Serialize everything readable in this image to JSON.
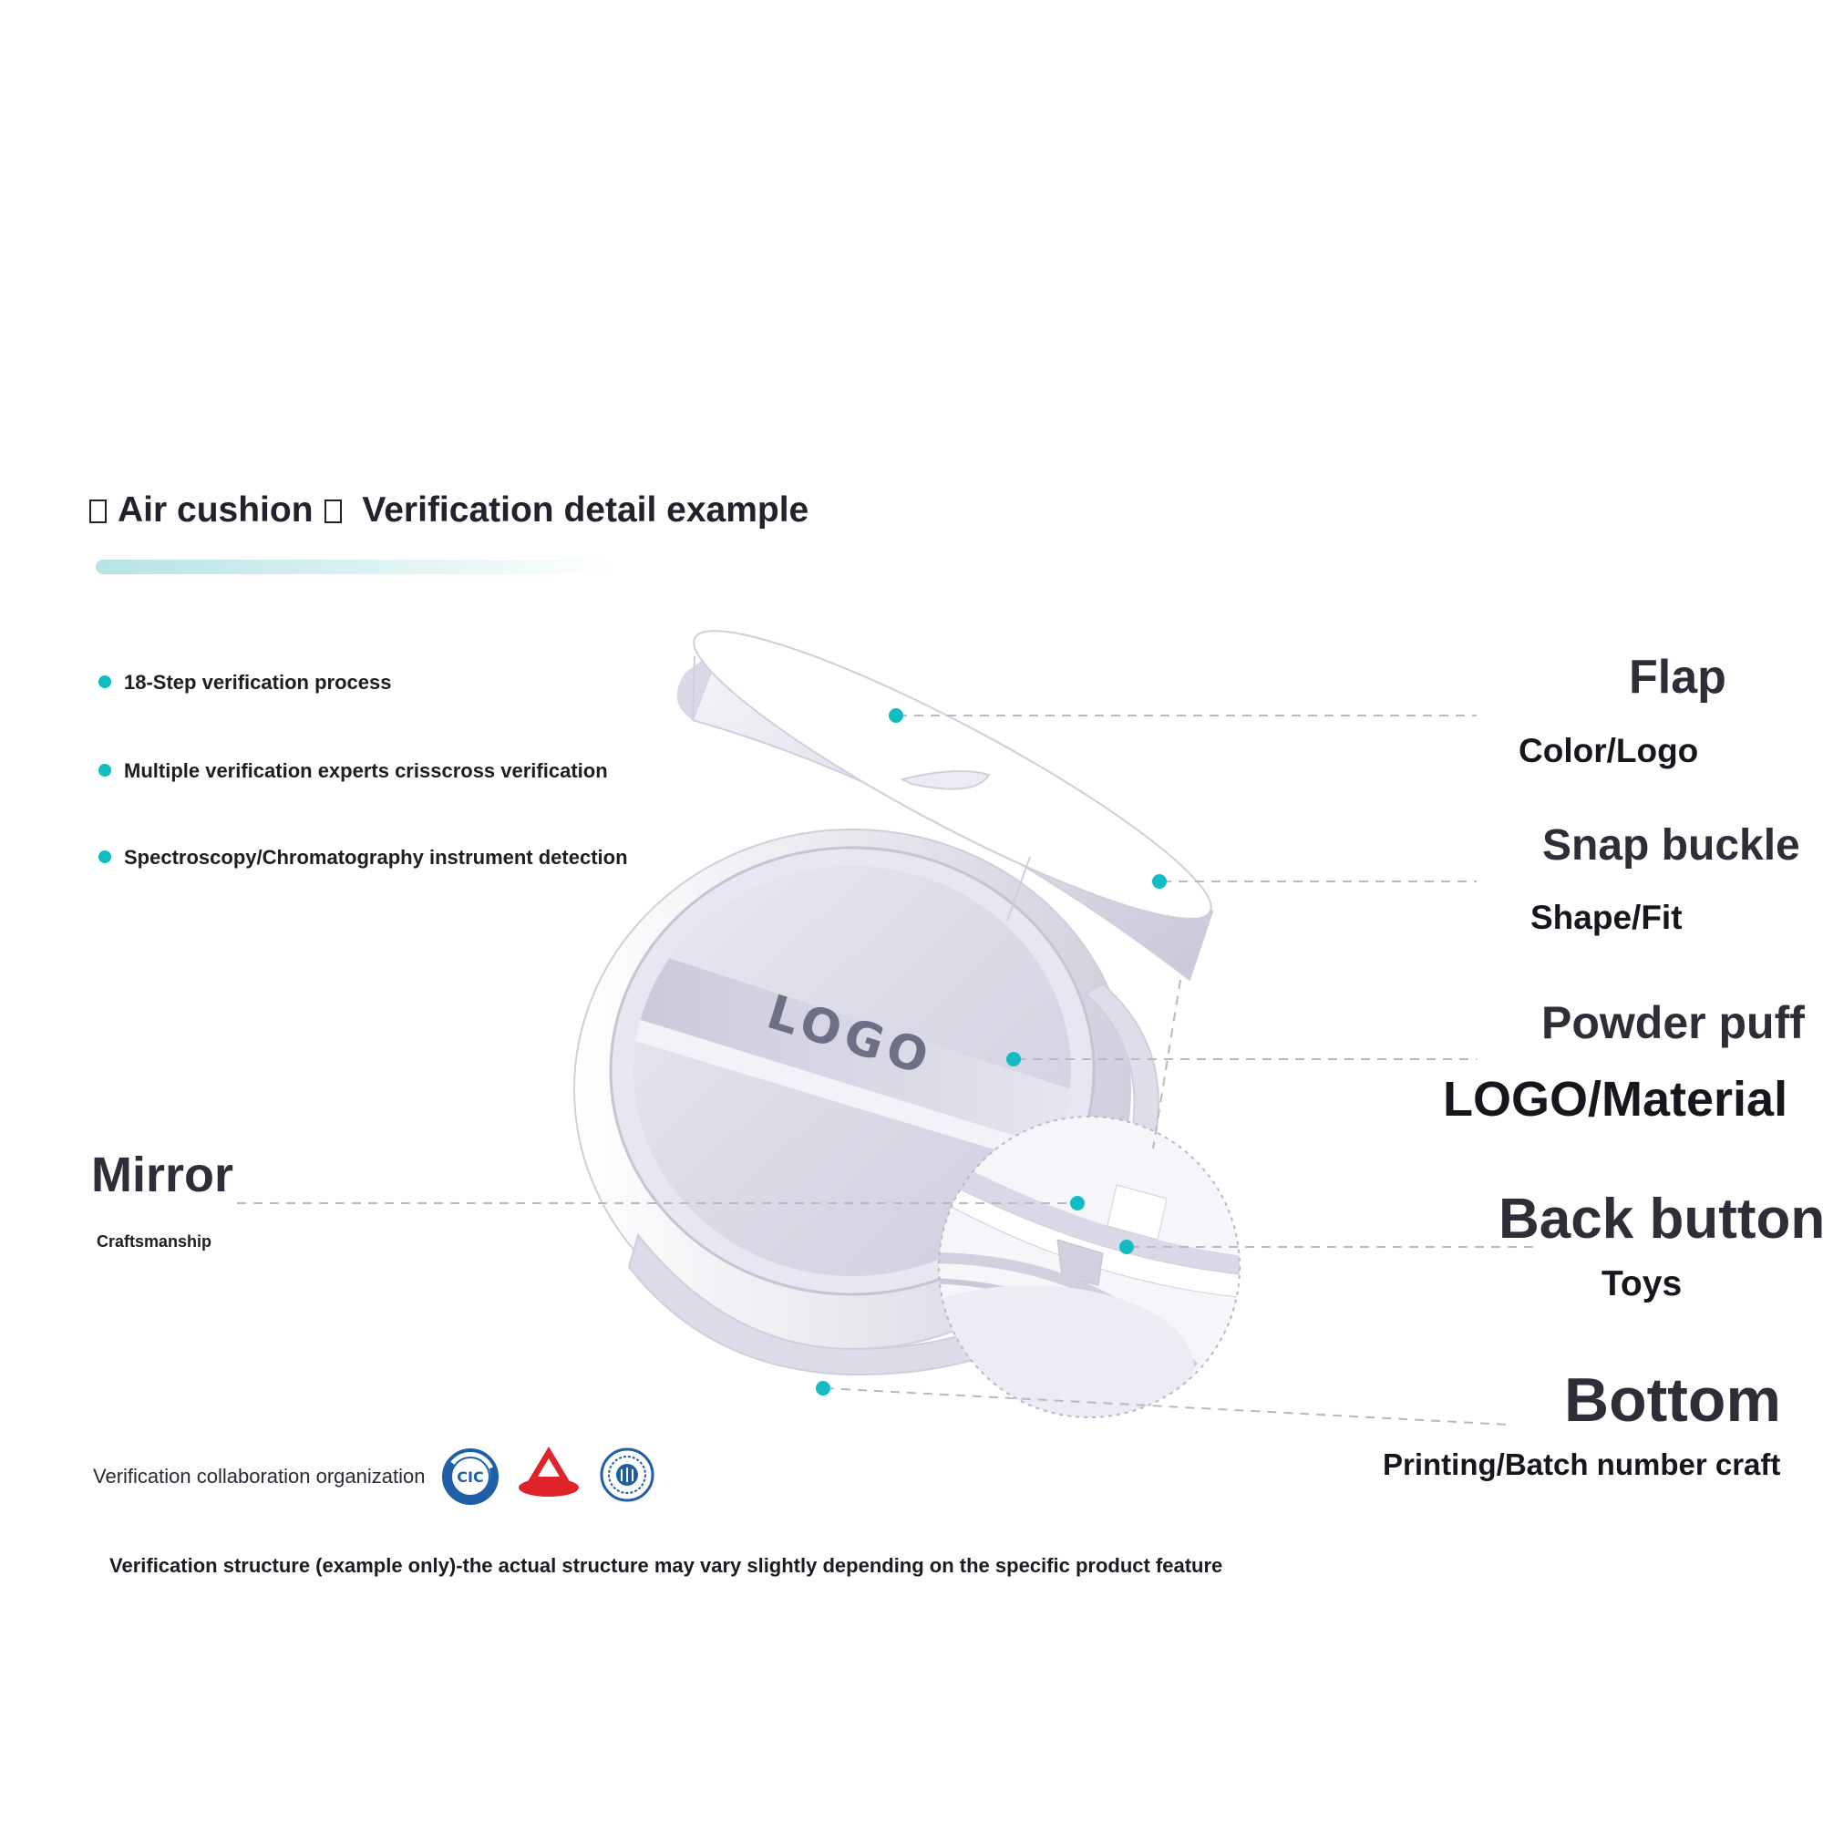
{
  "title": {
    "part1": "Air cushion",
    "part2": "Verification detail example"
  },
  "features": [
    "18-Step verification process",
    "Multiple verification experts crisscross verification",
    "Spectroscopy/Chromatography instrument detection"
  ],
  "product": {
    "puff_logo_text": "LOGO"
  },
  "callouts": {
    "flap": {
      "label": "Flap",
      "sub": "Color/Logo"
    },
    "snap_buckle": {
      "label": "Snap buckle",
      "sub": "Shape/Fit"
    },
    "powder_puff": {
      "label": "Powder puff",
      "sub": "LOGO/Material"
    },
    "back_button": {
      "label": "Back button",
      "sub": "Toys"
    },
    "bottom": {
      "label": "Bottom",
      "sub": "Printing/Batch number craft"
    },
    "mirror": {
      "label": "Mirror",
      "sub": "Craftsmanship"
    }
  },
  "organizations": {
    "label": "Verification collaboration organization",
    "logos": [
      {
        "name": "cic-logo-icon",
        "text": "CIC",
        "color": "#1f5fa8"
      },
      {
        "name": "red-triangle-logo-icon",
        "color": "#e0232a"
      },
      {
        "name": "university-seal-logo-icon",
        "color": "#1f5fa8"
      }
    ]
  },
  "disclaimer": "Verification structure (example only)-the actual structure may vary slightly depending on the specific product feature",
  "colors": {
    "accent_teal": "#12bcc0",
    "leader_line": "#b8b8c4",
    "product_outline": "#c9c9d6",
    "product_shade": "#d4d4e2"
  }
}
